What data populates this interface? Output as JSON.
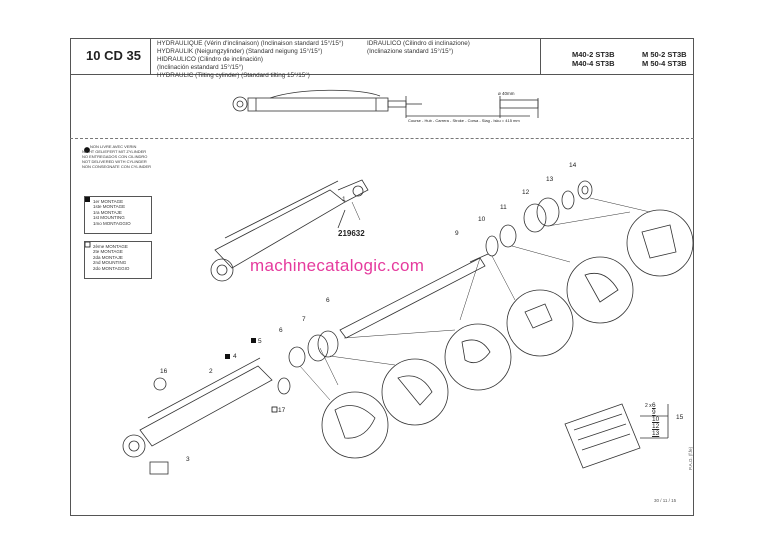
{
  "header": {
    "code": "10 CD 35",
    "titles_left": [
      "HYDRAULIQUE (Vérin d'inclinaison) (Inclinaison standard 15°/15°)",
      "HYDRAULIK (Neigungzylinder) (Standard neigung 15°/15°)",
      "HIDRAULICO (Cilindro de inclinación)",
      "(Inclinación estandard 15°/15°)",
      "HYDRAULIC (Tilting cylinder) (Standard tilting 15°/15°)"
    ],
    "titles_right": [
      "IDRAULICO (Cilindro di inclinazione)",
      "(Inclinazione standard 15°/15°)"
    ],
    "models_left": [
      "M40-2 ST3B",
      "M40-4 ST3B"
    ],
    "models_right": [
      "M 50-2 ST3B",
      "M 50-4 ST3B"
    ]
  },
  "dimension": {
    "diameter": "ø 40mm",
    "stroke": "Course - Hub - Carrera - Stroke - Corsa - Slag - Isku = 415 mm"
  },
  "notes": {
    "not_delivered": [
      "NON LIVRE AVEC VERIN",
      "NICHT GELIEFERT MIT ZYLINDER",
      "NO ENTREGADOS CON CILINDRO",
      "NOT DELIVERED WITH CYLINDER",
      "NON CONSEGNATE CON CYLINDER"
    ],
    "first_mounting": [
      "1er MONTAGE",
      "1ste MONTAGE",
      "1ra MONTAJE",
      "1st MOUNTING",
      "1mo MONTAGGIO"
    ],
    "second_mounting": [
      "2ème MONTAGE",
      "2te MONTAGE",
      "2da MONTAJE",
      "2nd MOUNTING",
      "2do MONTAGGIO"
    ]
  },
  "part_number": "219632",
  "watermark": "machinecatalogic.com",
  "callouts": [
    "1",
    "2",
    "3",
    "4",
    "5",
    "6",
    "6",
    "7",
    "9",
    "10",
    "11",
    "12",
    "13",
    "14",
    "15",
    "16",
    "17"
  ],
  "kit": {
    "prefix": "2 x",
    "items": [
      "6",
      "9",
      "10",
      "12",
      "13"
    ]
  },
  "footer": {
    "date": "30 / 11 / 15",
    "pao": "P.A.O. (f.fe)"
  }
}
